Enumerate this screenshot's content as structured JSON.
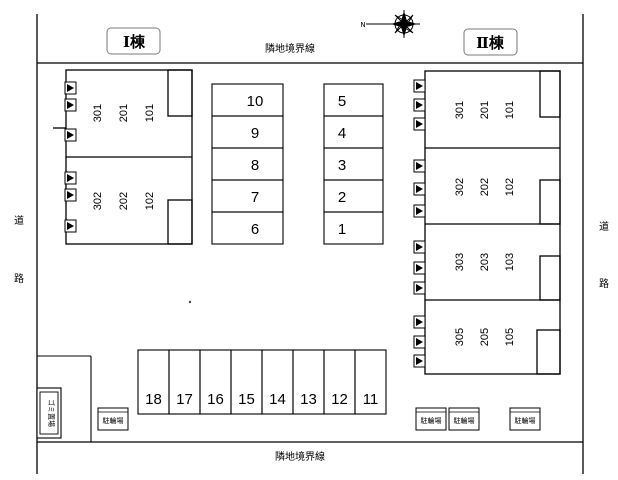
{
  "labels": {
    "building_1": "Ⅰ棟",
    "building_2": "Ⅱ棟",
    "boundary_top": "隣地境界線",
    "boundary_bottom": "隣地境界線",
    "road_left": [
      "道",
      "路"
    ],
    "road_right": [
      "道",
      "路"
    ],
    "north": "N",
    "garbage": "ゴミ置場",
    "bike_parking": "駐輪場"
  },
  "building_1_units": [
    [
      "301",
      "201",
      "101"
    ],
    [
      "302",
      "202",
      "102"
    ]
  ],
  "building_2_units": [
    [
      "301",
      "201",
      "101"
    ],
    [
      "302",
      "202",
      "102"
    ],
    [
      "303",
      "203",
      "103"
    ],
    [
      "305",
      "205",
      "105"
    ]
  ],
  "parking_col_left": [
    "10",
    "9",
    "8",
    "7",
    "6"
  ],
  "parking_col_right": [
    "5",
    "4",
    "3",
    "2",
    "1"
  ],
  "parking_row_bottom": [
    "18",
    "17",
    "16",
    "15",
    "14",
    "13",
    "12",
    "11"
  ]
}
